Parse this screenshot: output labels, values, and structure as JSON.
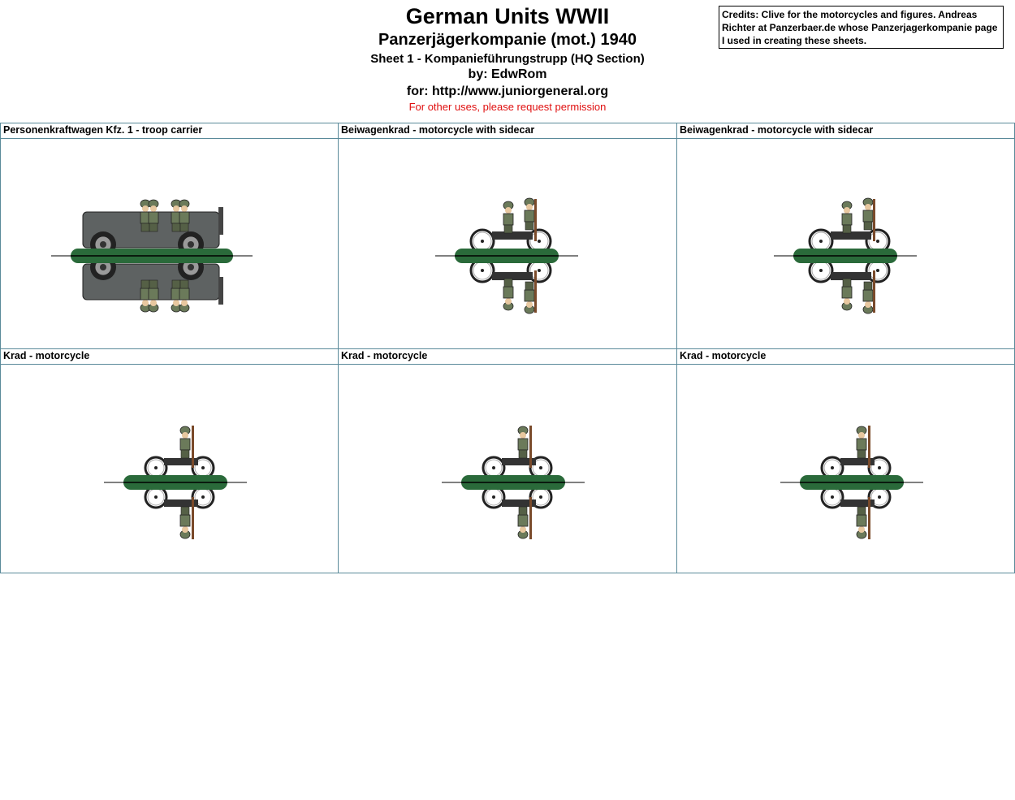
{
  "header": {
    "title": "German Units WWII",
    "subtitle": "Panzerjägerkompanie (mot.) 1940",
    "sheet": "Sheet 1 - Kompanieführungstrupp (HQ Section)",
    "author": "by: EdwRom",
    "for": "for: http://www.juniorgeneral.org",
    "permission": "For other uses, please request permission"
  },
  "credits": "Credits: Clive for the motorcycles and figures. Andreas Richter at Panzerbaer.de whose Panzerjagerkompanie page I used in creating these sheets.",
  "cells": [
    {
      "label": "Personenkraftwagen Kfz. 1 - troop carrier",
      "kind": "car"
    },
    {
      "label": "Beiwagenkrad - motorcycle with sidecar",
      "kind": "sidecar"
    },
    {
      "label": "Beiwagenkrad - motorcycle with sidecar",
      "kind": "sidecar"
    },
    {
      "label": "Krad - motorcycle",
      "kind": "moto"
    },
    {
      "label": "Krad - motorcycle",
      "kind": "moto"
    },
    {
      "label": "Krad - motorcycle",
      "kind": "moto"
    }
  ],
  "colors": {
    "base_green": "#2a6a3a",
    "grid_border": "#5a8a9a",
    "vehicle_grey": "#5e6262",
    "uniform": "#6b7a5a",
    "permission_red": "#e01010"
  }
}
